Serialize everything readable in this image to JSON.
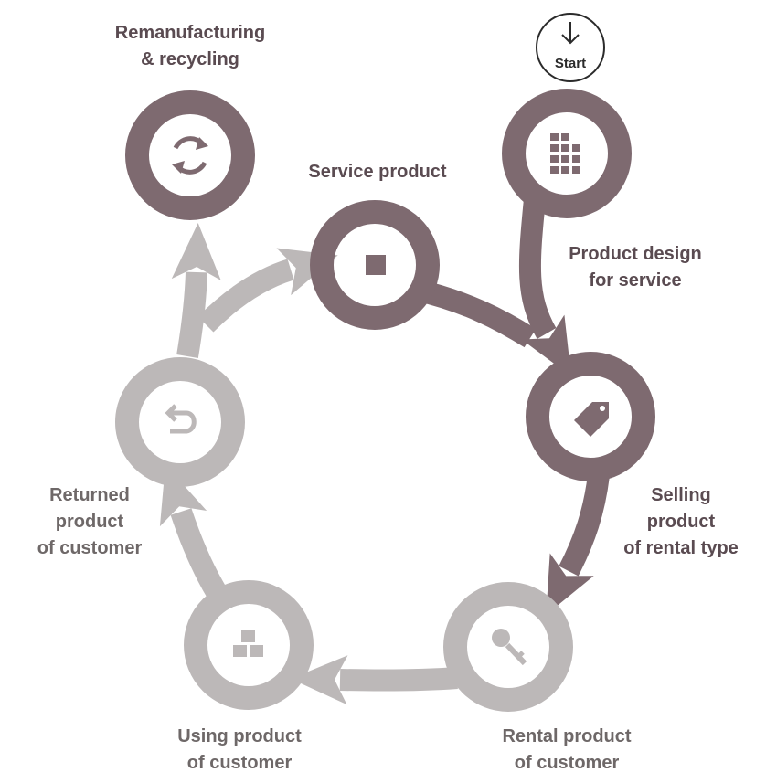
{
  "colors": {
    "dark": "#7e6a70",
    "light": "#bcb8b8",
    "text_dark": "#5a4b51",
    "text_light": "#6e6868",
    "start_outline": "#2b2b2b"
  },
  "start": {
    "label": "Start",
    "icon": "arrow-down-icon"
  },
  "nodes": [
    {
      "id": "product-design",
      "icon": "building-icon",
      "tone": "dark",
      "label_lines": [
        "Product design",
        "for service"
      ]
    },
    {
      "id": "selling",
      "icon": "price-tag-icon",
      "tone": "dark",
      "label_lines": [
        "Selling",
        "product",
        "of rental type"
      ]
    },
    {
      "id": "rental",
      "icon": "key-icon",
      "tone": "light",
      "label_lines": [
        "Rental product",
        "of customer"
      ]
    },
    {
      "id": "using",
      "icon": "boxes-icon",
      "tone": "light",
      "label_lines": [
        "Using product",
        "of customer"
      ]
    },
    {
      "id": "returned",
      "icon": "return-icon",
      "tone": "light",
      "label_lines": [
        "Returned",
        "product",
        "of customer"
      ]
    },
    {
      "id": "remanufacturing",
      "icon": "recycle-icon",
      "tone": "dark",
      "label_lines": [
        "Remanufacturing",
        "& recycling"
      ]
    },
    {
      "id": "service",
      "icon": "square-icon",
      "tone": "dark",
      "label_lines": [
        "Service product"
      ]
    }
  ],
  "flows": [
    {
      "from": "product-design",
      "to": "selling",
      "tone": "dark"
    },
    {
      "from": "service",
      "to": "selling",
      "tone": "dark"
    },
    {
      "from": "selling",
      "to": "rental",
      "tone": "dark"
    },
    {
      "from": "rental",
      "to": "using",
      "tone": "light"
    },
    {
      "from": "using",
      "to": "returned",
      "tone": "light"
    },
    {
      "from": "returned",
      "to": "remanufacturing",
      "tone": "light"
    },
    {
      "from": "returned",
      "to": "service",
      "tone": "light"
    }
  ]
}
